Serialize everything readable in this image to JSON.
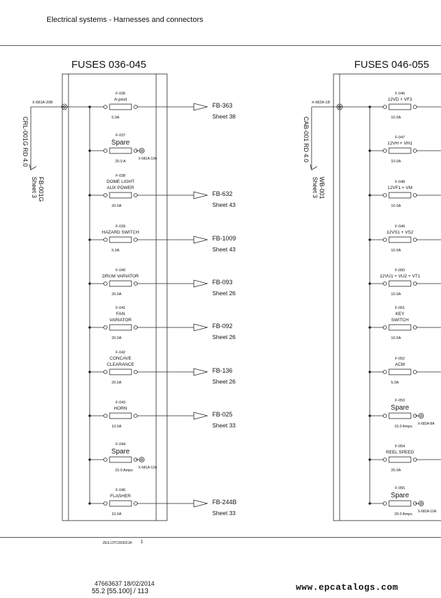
{
  "header": {
    "title": "Electrical systems - Harnesses and connectors"
  },
  "footer": {
    "drawing_code": "ZEIL13TC00302JA",
    "drawing_page": "1",
    "doc_ref": "47663637 18/02/2014",
    "section": "55.2 [55.100] / 113",
    "watermark": "www.epcatalogs.com"
  },
  "left_block": {
    "title": "FUSES 036-045",
    "input_connector": "X-681A-20B",
    "wire_label": "CRL-001G RD 4.0",
    "ref_label": "FB-001G",
    "ref_sheet": "Sheet 3",
    "fuses": [
      {
        "id": "F-036",
        "name": [
          "A-post"
        ],
        "rating": "5.0A",
        "out": "FB-363",
        "sheet": "Sheet 38"
      },
      {
        "id": "F-037",
        "name": [
          "Spare"
        ],
        "rating": "20.0 A",
        "spare": true,
        "conn": "X-681A-19A"
      },
      {
        "id": "F-038",
        "name": [
          "DOME LIGHT",
          "AUX POWER"
        ],
        "rating": "20.0A",
        "out": "FB-632",
        "sheet": "Sheet 43"
      },
      {
        "id": "F-039",
        "name": [
          "HAZARD SWITCH"
        ],
        "rating": "5.0A",
        "out": "FB-1009",
        "sheet": "Sheet 43"
      },
      {
        "id": "F-040",
        "name": [
          "DRUM VARIATOR"
        ],
        "rating": "20.0A",
        "out": "FB-093",
        "sheet": "Sheet 26"
      },
      {
        "id": "F-041",
        "name": [
          "FAN",
          "VARIATOR"
        ],
        "rating": "20.0A",
        "out": "FB-092",
        "sheet": "Sheet 26"
      },
      {
        "id": "F-042",
        "name": [
          "CONCAVE",
          "CLEARANCE"
        ],
        "rating": "20.0A",
        "out": "FB-136",
        "sheet": "Sheet 26"
      },
      {
        "id": "F-043",
        "name": [
          "HORN"
        ],
        "rating": "10.0A",
        "out": "FB-025",
        "sheet": "Sheet 33"
      },
      {
        "id": "F-044",
        "name": [
          "Spare"
        ],
        "rating": "15.0 Amps",
        "spare": true,
        "conn": "X-681A-12A"
      },
      {
        "id": "F-045",
        "name": [
          "FLASHER"
        ],
        "rating": "10.0A",
        "out": "FB-244B",
        "sheet": "Sheet 33"
      }
    ]
  },
  "right_block": {
    "title": "FUSES 046-055",
    "input_connector": "X-682A-1B",
    "wire_label": "CAB-001 RD 4.0",
    "ref_label": "WB-001",
    "ref_sheet": "Sheet 3",
    "fuses": [
      {
        "id": "F-046",
        "name": [
          "12VD + VF3"
        ],
        "rating": "10.0A"
      },
      {
        "id": "F-047",
        "name": [
          "12VH + VH1"
        ],
        "rating": "10.0A"
      },
      {
        "id": "F-048",
        "name": [
          "12VF1 + VM"
        ],
        "rating": "10.0A"
      },
      {
        "id": "F-049",
        "name": [
          "12VS1 + VS2"
        ],
        "rating": "10.0A"
      },
      {
        "id": "F-050",
        "name": [
          "12VU1 + VU2 + VT1"
        ],
        "rating": "10.0A"
      },
      {
        "id": "F-051",
        "name": [
          "KEY",
          "SWITCH"
        ],
        "rating": "10.0A"
      },
      {
        "id": "F-052",
        "name": [
          "ACM"
        ],
        "rating": "5.0A"
      },
      {
        "id": "F-053",
        "name": [
          "Spare"
        ],
        "rating": "15.0 Amps",
        "spare": true,
        "conn": "X-682A-8A"
      },
      {
        "id": "F-054",
        "name": [
          "REEL SPEED"
        ],
        "rating": "20.0A"
      },
      {
        "id": "F-055",
        "name": [
          "Spare"
        ],
        "rating": "20.0 Amps",
        "spare": true,
        "conn": "X-682A-10A"
      }
    ]
  }
}
